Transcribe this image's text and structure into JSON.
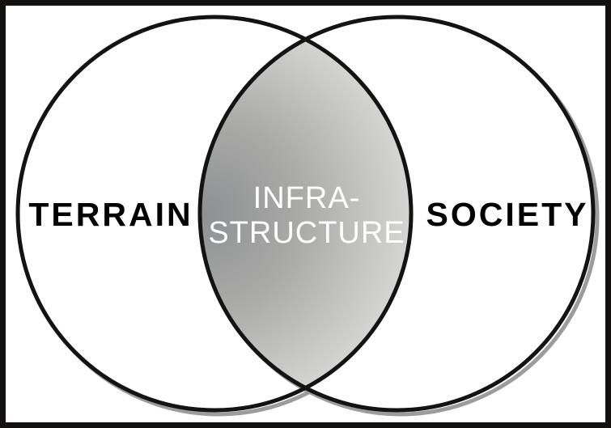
{
  "venn": {
    "left_circle": {
      "label": "TERRAIN"
    },
    "right_circle": {
      "label": "SOCIETY"
    },
    "intersection": {
      "label": "INFRA-STRUCTURE",
      "label_line1": "INFRA-",
      "label_line2": "STRUCTURE"
    }
  },
  "colors": {
    "background": "#ffffff",
    "frame": "#121110",
    "circle_stroke": "#131313",
    "circle_fill": "#ffffff",
    "shadow": "#9c9c9c",
    "lens_gradient_center": "#8e9092",
    "lens_gradient_mid": "#aaaaa8",
    "lens_gradient_edge": "#d8d8d6",
    "circle_label_color": "#000000",
    "intersection_label_color": "#ffffff"
  }
}
